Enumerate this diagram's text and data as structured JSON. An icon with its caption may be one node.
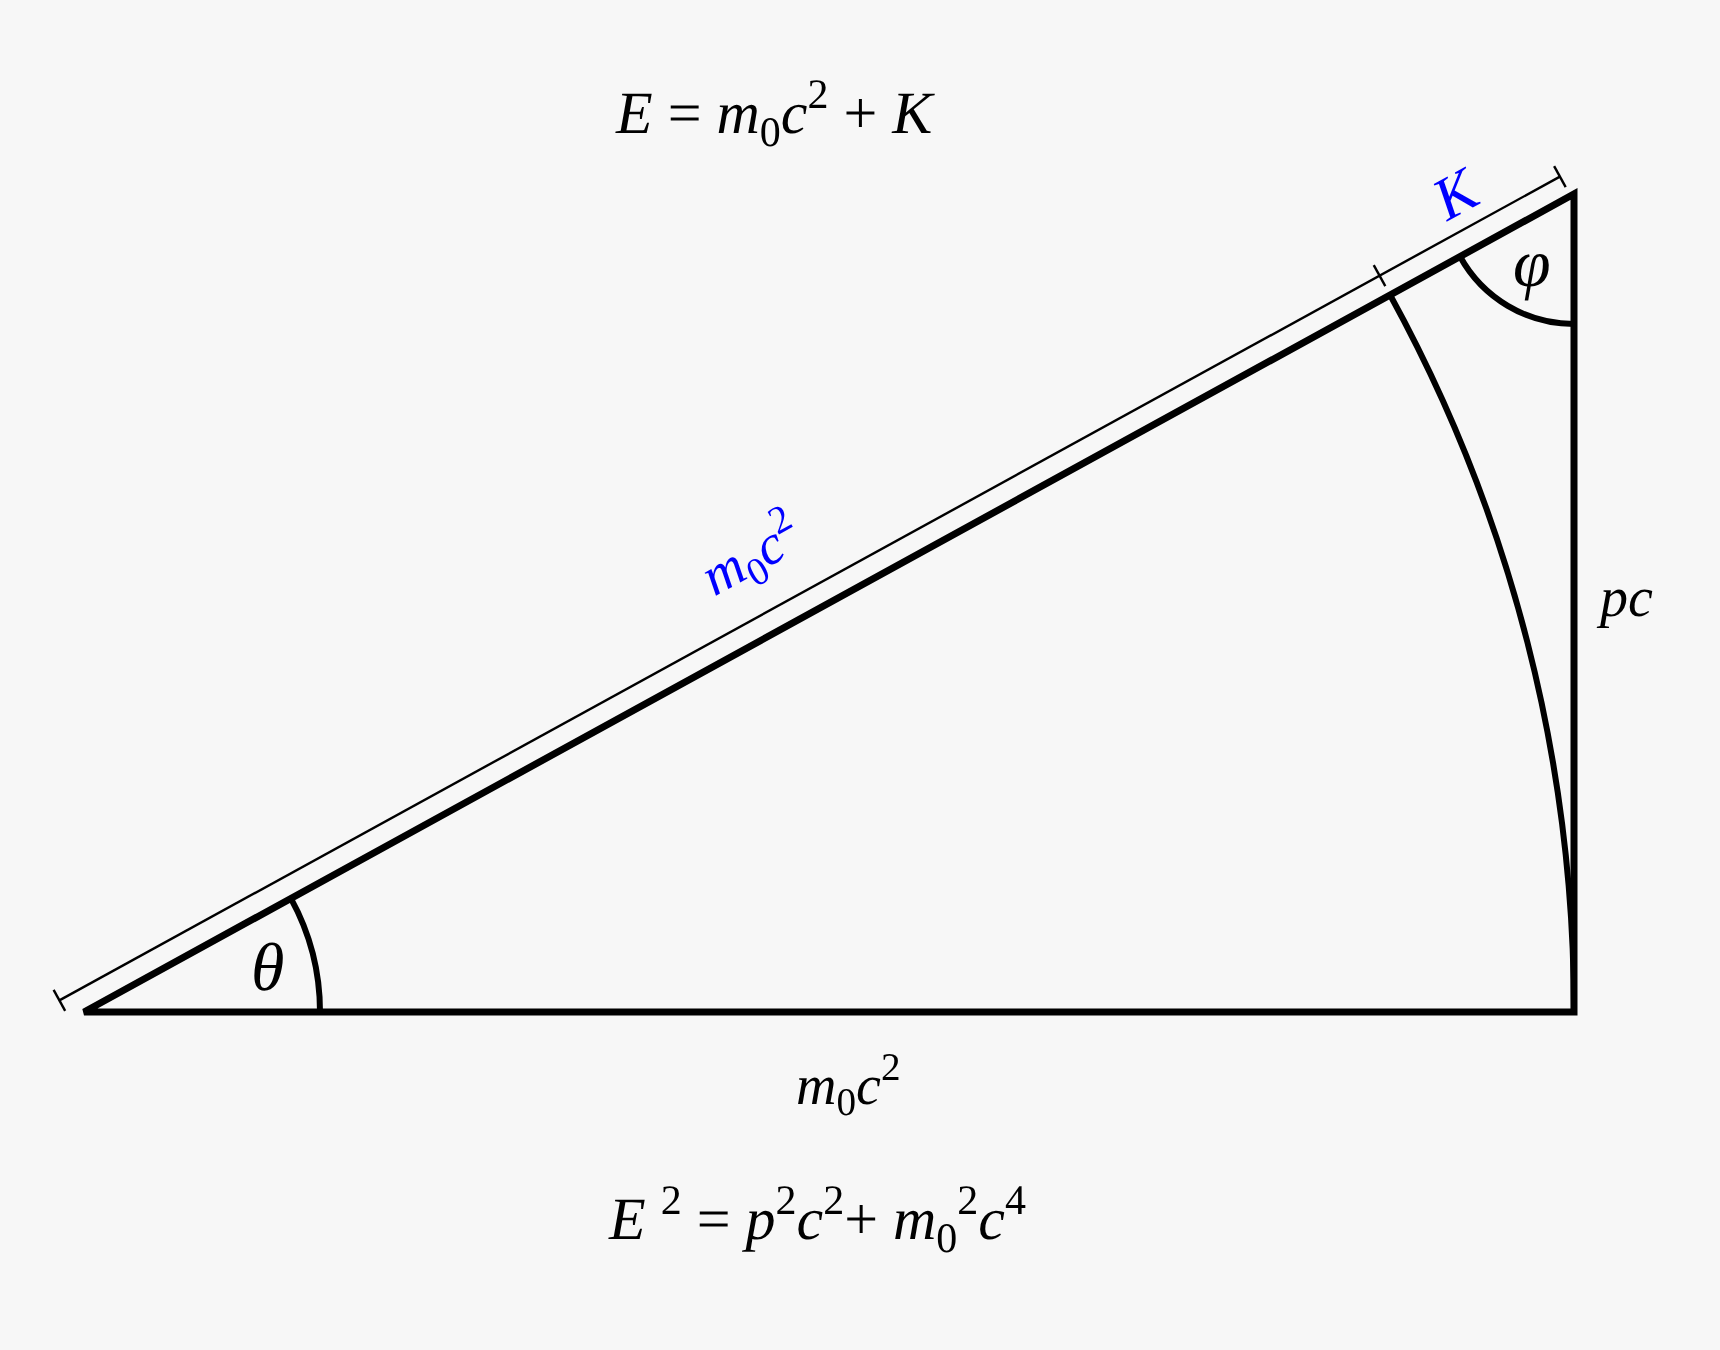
{
  "diagram": {
    "labels": [
      "*E* = *m*$_{0}$*c*$^{2}$ + *K*",
      "K",
      "φ",
      "*m*$_{0}$*c*$^{2}$",
      "pc",
      "θ",
      "*m*$_{0}$*c*$^{2}$",
      "*E* $^{2}$ = *p*$^{2}$*c*$^{2}$+ *m*$_{0}$$^{2}$*c*$^{4}$"
    ]
  }
}
